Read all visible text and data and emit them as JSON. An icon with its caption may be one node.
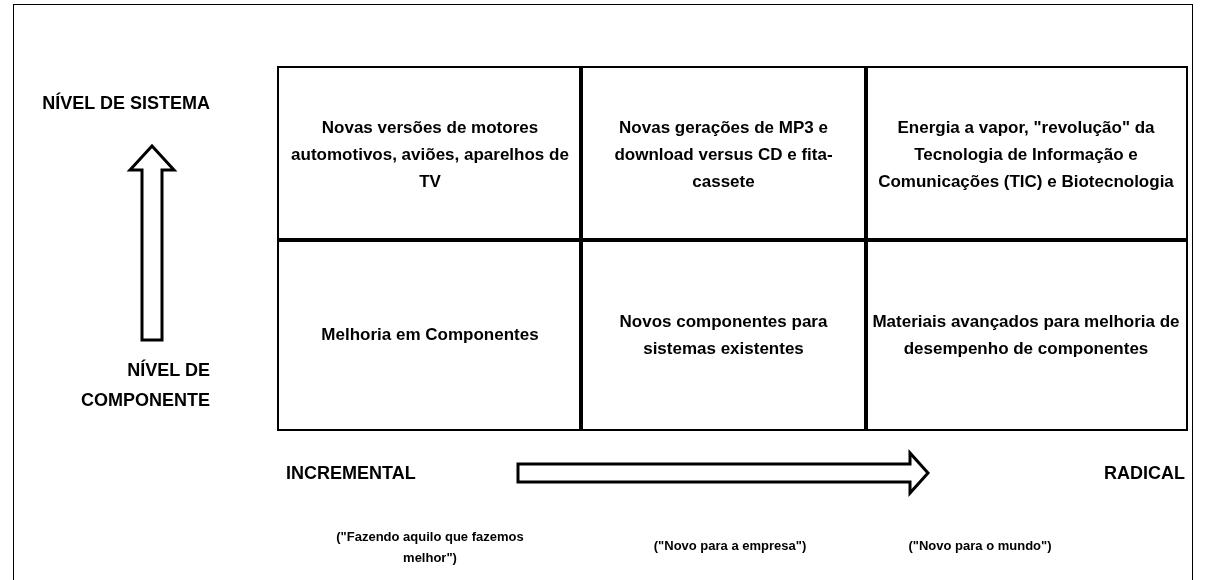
{
  "diagram": {
    "nodes": [
      {
        "text": [
          "Novas versões de motores automotivos, aviões, aparelhos de TV"
        ]
      },
      {
        "text": [
          "Novas gerações de MP3 e download versus CD e fita-cassete"
        ]
      },
      {
        "text": [
          "Energia a vapor, \"revolução\" da Tecnologia de Informação e Comunicações (TIC) e Biotecnologia"
        ]
      },
      {
        "text": [
          "Melhoria em Componentes"
        ]
      },
      {
        "text": [
          "Novos componentes para sistemas existentes"
        ]
      },
      {
        "text": [
          "Materiais avançados para melhoria de desempenho de componentes"
        ]
      }
    ],
    "labels": [
      "NÍVEL DE SISTEMA",
      "NÍVEL DE COMPONENTE",
      "INCREMENTAL",
      "RADICAL",
      "(\"Fazendo aquilo que fazemos melhor\")",
      "(\"Novo para a empresa\")",
      "(\"Novo para o mundo\")"
    ]
  }
}
